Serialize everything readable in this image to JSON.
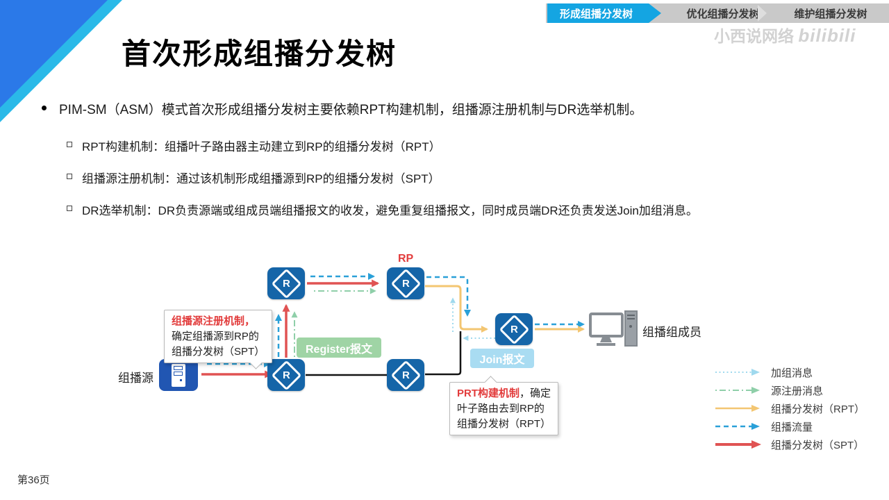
{
  "page": {
    "title": "首次形成组播分发树",
    "page_number": "第36页",
    "watermark_cn": "小西说网络",
    "watermark_logo": "bilibili"
  },
  "tabs": {
    "items": [
      {
        "label": "形成组播分发树",
        "active": true
      },
      {
        "label": "优化组播分发树",
        "active": false
      },
      {
        "label": "维护组播分发树",
        "active": false
      }
    ]
  },
  "bullets": {
    "main": "PIM-SM（ASM）模式首次形成组播分发树主要依赖RPT构建机制，组播源注册机制与DR选举机制。",
    "sub": [
      "RPT构建机制：组播叶子路由器主动建立到RP的组播分发树（RPT）",
      "组播源注册机制：通过该机制形成组播源到RP的组播分发树（SPT）",
      "DR选举机制：DR负责源端或组成员端组播报文的收发，避免重复组播报文，同时成员端DR还负责发送Join加组消息。"
    ]
  },
  "diagram": {
    "router_letter": "R",
    "rp_label": "RP",
    "source_label": "组播源",
    "member_label": "组播组成员",
    "register_label": "Register报文",
    "join_label": "Join报文",
    "callout_spt": {
      "line1_red": "组播源注册机制，",
      "line2": "确定组播源到RP的",
      "line3": "组播分发树（SPT）"
    },
    "callout_rpt": {
      "line1_red": "PRT构建机制",
      "line1_black": "，确定",
      "line2": "叶子路由去到RP的",
      "line3": "组播分发树（RPT）"
    }
  },
  "legend": {
    "items": [
      {
        "label": "加组消息",
        "color": "#9fd9ee",
        "style": "dotted"
      },
      {
        "label": "源注册消息",
        "color": "#8fcfa9",
        "style": "dash-dot"
      },
      {
        "label": "组播分发树（RPT）",
        "color": "#f3c672",
        "style": "solid"
      },
      {
        "label": "组播流量",
        "color": "#2aa0d8",
        "style": "dashed"
      },
      {
        "label": "组播分发树（SPT）",
        "color": "#e05353",
        "style": "solid-thick"
      }
    ]
  },
  "colors": {
    "spt_red": "#e05353",
    "traffic_blue": "#2aa0d8",
    "register_green": "#8fcfa9",
    "rpt_yellow": "#f3c672",
    "join_cyan": "#9fd9ee",
    "link_black": "#141414",
    "router_blue": "#1565a8",
    "source_blue": "#2156b2",
    "tab_blue": "#14a5e2",
    "corner_blue": "#2b79e8",
    "corner_cyan": "#2ab9e8",
    "chip_green": "#9fd4a5",
    "chip_blue": "#a9dcf2"
  }
}
